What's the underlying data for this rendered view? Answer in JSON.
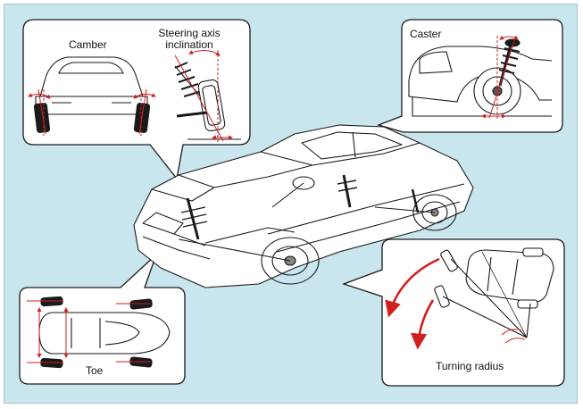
{
  "diagram": {
    "colors": {
      "background": "#c9e6ee",
      "panel": "#ffffff",
      "line": "#1a1a1a",
      "accent": "#d21f1f"
    },
    "panels": {
      "camber_steering": {
        "camber_label": "Camber",
        "steering_label_line1": "Steering axis",
        "steering_label_line2": "inclination"
      },
      "caster": {
        "label": "Caster"
      },
      "toe": {
        "label": "Toe"
      },
      "turning_radius": {
        "label": "Turning radius"
      }
    }
  }
}
